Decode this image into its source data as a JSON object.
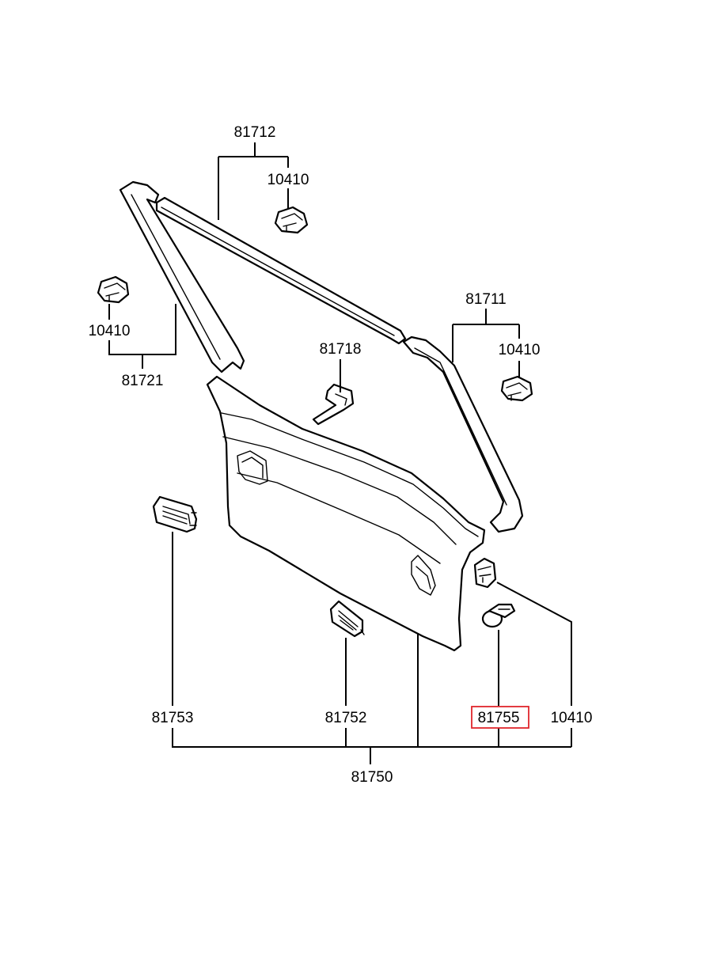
{
  "colors": {
    "line": "#000000",
    "background": "#ffffff",
    "highlight": "#e0262c"
  },
  "highlighted_part": "81755",
  "labels": {
    "p81712": "81712",
    "p10410_top": "10410",
    "p10410_left": "10410",
    "p81721": "81721",
    "p81711": "81711",
    "p10410_right": "10410",
    "p81718": "81718",
    "p81753": "81753",
    "p81752": "81752",
    "p81755": "81755",
    "p10410_bottom": "10410",
    "p81750": "81750"
  }
}
